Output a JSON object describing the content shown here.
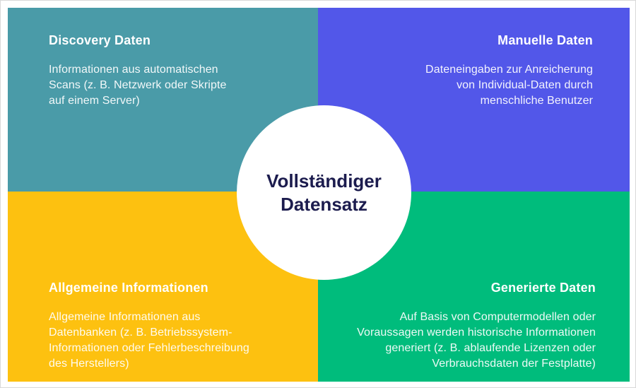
{
  "diagram": {
    "type": "quadrant-infographic",
    "center": {
      "label": "Vollständiger\nDatensatz"
    },
    "quadrants": [
      {
        "id": "discovery-daten",
        "position": "top-left",
        "heading": "Discovery Daten",
        "body": "Informationen aus automatischen\nScans (z. B. Netzwerk oder Skripte\nauf einem Server)",
        "color": "#4A9BA8",
        "text_align": "left"
      },
      {
        "id": "manuelle-daten",
        "position": "top-right",
        "heading": "Manuelle Daten",
        "body": "Dateneingaben zur Anreicherung\nvon Individual-Daten durch\nmenschliche Benutzer",
        "color": "#5257E9",
        "text_align": "right"
      },
      {
        "id": "allgemeine-informationen",
        "position": "bottom-left",
        "heading": "Allgemeine Informationen",
        "body": "Allgemeine Informationen aus\nDatenbanken (z. B. Betriebssystem-\nInformationen oder Fehlerbeschreibung\ndes Herstellers)",
        "color": "#FDC110",
        "text_align": "left"
      },
      {
        "id": "generierte-daten",
        "position": "bottom-right",
        "heading": "Generierte Daten",
        "body": "Auf Basis von Computermodellen oder\nVoraussagen werden historische Informationen\ngeneriert (z. B. ablaufende Lizenzen oder\nVerbrauchsdaten der Festplatte)",
        "color": "#00BC7C",
        "text_align": "right"
      }
    ]
  },
  "colors": {
    "teal": "#4A9BA8",
    "blue": "#5257E9",
    "yellow": "#FDC110",
    "green": "#00BC7C",
    "navy": "#1C1C4E",
    "heading_text": "#FFFFFF",
    "body_text": "#F2F3F1",
    "circle_bg": "#FFFFFF"
  }
}
